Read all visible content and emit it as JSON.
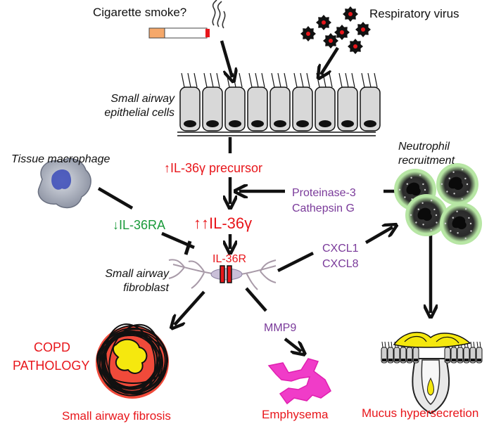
{
  "colors": {
    "red": "#e8161b",
    "green": "#1a9a3a",
    "purple": "#7a3a9a",
    "black": "#111111",
    "fibrosis_fill": "#f04a3a",
    "fibrosis_core": "#f5e80e",
    "emphysema": "#f03cc8",
    "neutrophil_halo": "#b7e6a4"
  },
  "inputs": {
    "smoke": "Cigarette smoke?",
    "virus": "Respiratory virus"
  },
  "epithelium": {
    "line1": "Small airway",
    "line2": "epithelial cells"
  },
  "macrophage": {
    "label": "Tissue macrophage"
  },
  "neutrophil": {
    "line1": "Neutrophil",
    "line2": "recruitment"
  },
  "mediators": {
    "precursor": "↑IL-36γ precursor",
    "proteases_line1": "Proteinase-3",
    "proteases_line2": "Cathepsin G",
    "il36ra": "↓IL-36RA",
    "il36g": "↑↑IL-36γ",
    "il36r": "IL-36R",
    "cxcl1": "CXCL1",
    "cxcl8": "CXCL8",
    "mmp9": "MMP9"
  },
  "fibroblast": {
    "line1": "Small airway",
    "line2": "fibroblast"
  },
  "outcomes": {
    "copd_line1": "COPD",
    "copd_line2": "PATHOLOGY",
    "fibrosis": "Small airway fibrosis",
    "emphysema": "Emphysema",
    "mucus": "Mucus hypersecretion"
  }
}
